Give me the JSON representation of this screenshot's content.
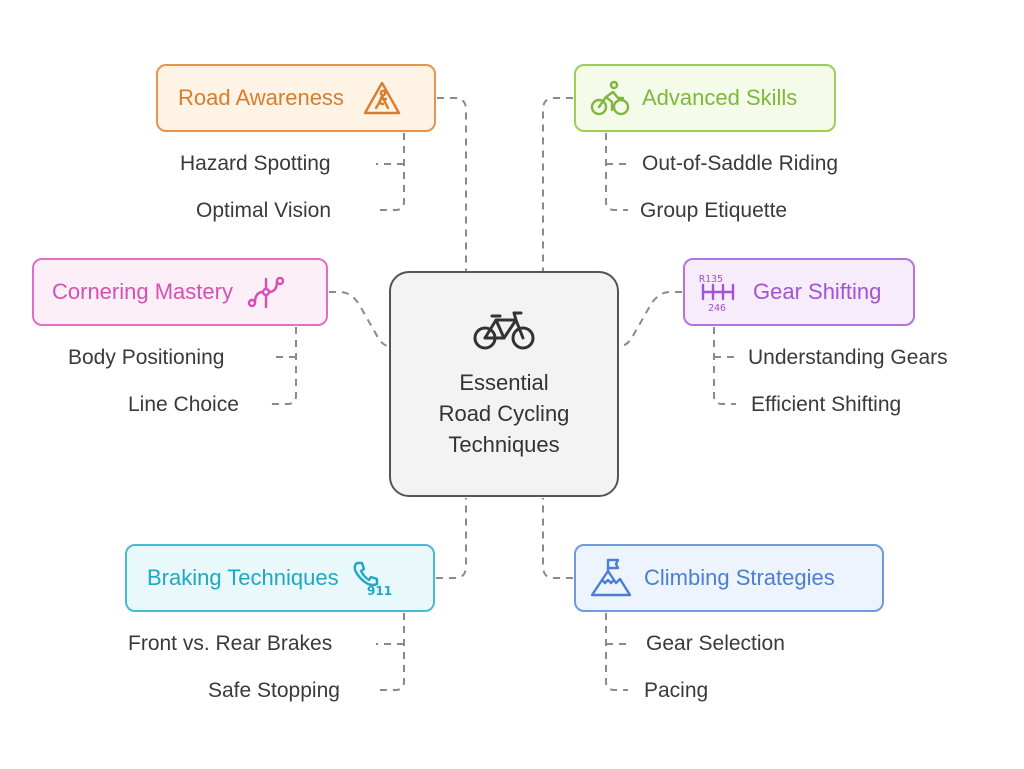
{
  "center": {
    "title_lines": [
      "Essential",
      "Road Cycling",
      "Techniques"
    ],
    "icon": "bicycle-icon"
  },
  "nodes": {
    "road": {
      "label": "Road Awareness",
      "icon": "pedestrian-warning-icon",
      "color": "#e8934a",
      "items": [
        "Hazard Spotting",
        "Optimal Vision"
      ]
    },
    "advanced": {
      "label": "Advanced Skills",
      "icon": "cyclist-icon",
      "color": "#9bcf55",
      "items": [
        "Out-of-Saddle Riding",
        "Group Etiquette"
      ]
    },
    "cornering": {
      "label": "Cornering Mastery",
      "icon": "bezier-curve-icon",
      "color": "#e26fc2",
      "items": [
        "Body Positioning",
        "Line Choice"
      ]
    },
    "gear": {
      "label": "Gear Shifting",
      "icon": "gear-shift-pattern-icon",
      "icon_text_top": "R135",
      "icon_text_bottom": "246",
      "color": "#b673e0",
      "items": [
        "Understanding Gears",
        "Efficient Shifting"
      ]
    },
    "braking": {
      "label": "Braking Techniques",
      "icon": "emergency-phone-icon",
      "icon_text": "911",
      "color": "#45bcd4",
      "items": [
        "Front vs. Rear Brakes",
        "Safe Stopping"
      ]
    },
    "climbing": {
      "label": "Climbing Strategies",
      "icon": "mountain-flag-icon",
      "color": "#6f9ade",
      "items": [
        "Gear Selection",
        "Pacing"
      ]
    }
  }
}
